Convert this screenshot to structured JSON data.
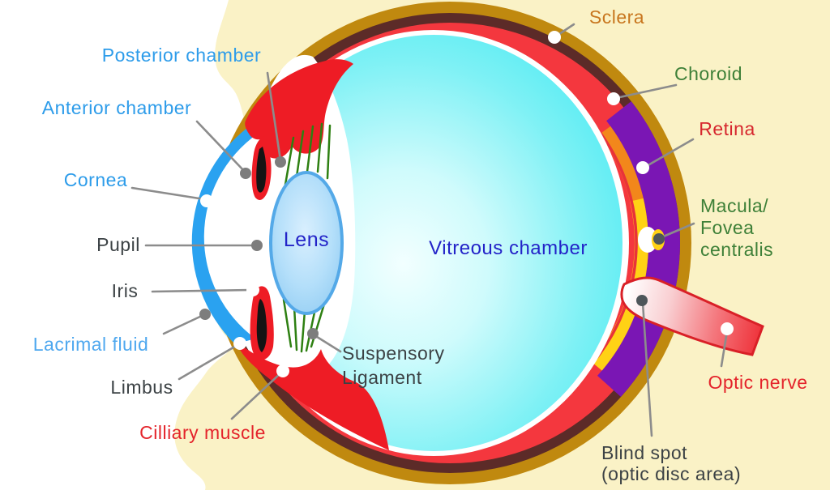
{
  "diagram": {
    "subject": "Human eye anatomy (sagittal cross-section)",
    "background_color": "#FAF2C6",
    "label_panel_color": "#FFFFFF"
  },
  "labels": {
    "posterior_chamber": {
      "text": "Posterior chamber",
      "color": "#2D9CEA"
    },
    "anterior_chamber": {
      "text": "Anterior chamber",
      "color": "#2D9CEA"
    },
    "cornea": {
      "text": "Cornea",
      "color": "#2D9CEA"
    },
    "pupil": {
      "text": "Pupil",
      "color": "#3C4245"
    },
    "iris": {
      "text": "Iris",
      "color": "#3C4245"
    },
    "lacrimal_fluid": {
      "text": "Lacrimal fluid",
      "color": "#4FA8EF"
    },
    "limbus": {
      "text": "Limbus",
      "color": "#3C4245"
    },
    "cilliary_muscle": {
      "text": "Cilliary muscle",
      "color": "#E4242B"
    },
    "lens": {
      "text": "Lens",
      "color": "#2323C8"
    },
    "vitreous_chamber": {
      "text": "Vitreous chamber",
      "color": "#2323C8"
    },
    "suspensory_ligament": {
      "line1": "Suspensory",
      "line2": "Ligament",
      "color": "#3C4245"
    },
    "sclera": {
      "text": "Sclera",
      "color": "#C8761E"
    },
    "choroid": {
      "text": "Choroid",
      "color": "#3E8038"
    },
    "retina": {
      "text": "Retina",
      "color": "#D6272E"
    },
    "macula": {
      "line1": "Macula/",
      "line2": "Fovea",
      "line3": "centralis",
      "color": "#3E8038"
    },
    "optic_nerve": {
      "text": "Optic nerve",
      "color": "#E4242B"
    },
    "blind_spot": {
      "line1": "Blind spot",
      "line2": "(optic disc area)",
      "color": "#3C4245"
    }
  },
  "anatomy_colors": {
    "sclera_layer": "#C0890F",
    "dark_layer": "#5C2B28",
    "choroid_layer": "#F4373E",
    "retina_purple_layer": "#7A16B4",
    "retina_orange_layer": "#F2871B",
    "macula_yellow_layer": "#FFD215",
    "vitreous": "#3FE9F2",
    "cornea": "#2AA2F0",
    "iris_ciliary": "#EE1C25",
    "lens_fill": "#B4DFFA",
    "lens_border": "#54A9E8",
    "ligament_green": "#2E8012",
    "optic_nerve_red": "#EE2B33",
    "leader_line": "#8C8C8C"
  }
}
